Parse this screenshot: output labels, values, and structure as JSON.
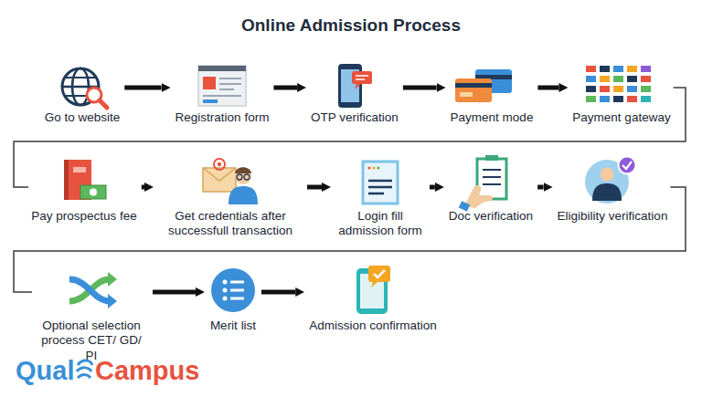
{
  "diagram": {
    "title": "Online Admission Process",
    "nodes": [
      {
        "text": [
          "Go to website"
        ]
      },
      {
        "text": [
          "Registration form"
        ]
      },
      {
        "text": [
          "OTP verification"
        ]
      },
      {
        "text": [
          "Payment mode"
        ]
      },
      {
        "text": [
          "Payment gateway"
        ]
      },
      {
        "text": [
          "Pay prospectus fee"
        ]
      },
      {
        "text": [
          "Get credentials after successfull transaction"
        ]
      },
      {
        "text": [
          "Login fill admission form"
        ]
      },
      {
        "text": [
          "Doc verification"
        ]
      },
      {
        "text": [
          "Eligibility verification"
        ]
      },
      {
        "text": [
          "Optional selection process CET/ GD/ PI"
        ]
      },
      {
        "text": [
          "Merit list"
        ]
      },
      {
        "text": [
          "Admission confirmation"
        ]
      }
    ],
    "edges": [
      {
        "from": 0,
        "to": 1,
        "arrow": "to"
      },
      {
        "from": 1,
        "to": 2,
        "arrow": "to"
      },
      {
        "from": 2,
        "to": 3,
        "arrow": "to"
      },
      {
        "from": 3,
        "to": 4,
        "arrow": "to"
      },
      {
        "from": 4,
        "to": 5,
        "arrow": "none"
      },
      {
        "from": 5,
        "to": 6,
        "arrow": "to"
      },
      {
        "from": 6,
        "to": 7,
        "arrow": "to"
      },
      {
        "from": 7,
        "to": 8,
        "arrow": "to"
      },
      {
        "from": 8,
        "to": 9,
        "arrow": "to"
      },
      {
        "from": 9,
        "to": 10,
        "arrow": "none"
      },
      {
        "from": 10,
        "to": 11,
        "arrow": "to"
      },
      {
        "from": 11,
        "to": 12,
        "arrow": "to"
      }
    ],
    "labels": [
      "Qual",
      "Campus"
    ]
  }
}
